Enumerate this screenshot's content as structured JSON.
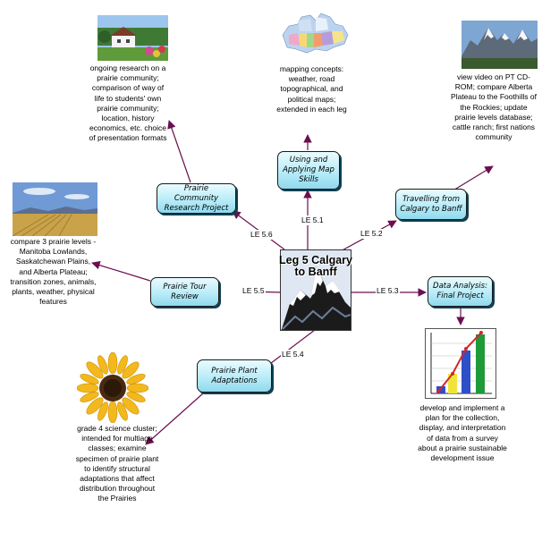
{
  "center": {
    "title": "Leg 5 Calgary to Banff"
  },
  "nodes": {
    "map": "Using and Applying Map Skills",
    "travel": "Travelling from Calgary to Banff",
    "data": "Data Analysis: Final Project",
    "plant": "Prairie Plant Adaptations",
    "tour": "Prairie Tour Review",
    "community": "Prairie Community Research Project"
  },
  "labels": {
    "le51": "LE 5.1",
    "le52": "LE 5.2",
    "le53": "LE 5.3",
    "le54": "LE 5.4",
    "le55": "LE 5.5",
    "le56": "LE 5.6"
  },
  "descriptions": {
    "map": "mapping concepts: weather, road topographical, and political maps; extended in each leg",
    "travel": "view video on PT CD-ROM; compare Alberta Plateau to the Foothills of the Rockies; update prairie levels database; cattle ranch; first nations community",
    "data": "develop and implement a plan for the collection, display, and interpretation of data from a survey about a prairie sustainable development issue",
    "plant": "grade 4 science cluster; intended for multiage classes; examine specimen of prairie plant to identify structural adaptations that affect distribution throughout the Prairies",
    "tour": "compare 3 prairie levels - Manitoba Lowlands, Saskatchewan Plains, and Alberta Plateau; transition zones, animals, plants, weather, physical features",
    "community": "ongoing research on a prairie community; comparison of way of life to students' own prairie community; location, history economics, etc. choice of presentation formats"
  },
  "colors": {
    "arrow": "#6b0f4f",
    "node_fill": "#b9ecf8",
    "node_border": "#1a1a1a"
  },
  "images": [
    "farmhouse-photo",
    "canada-map",
    "mountain-photo",
    "wheat-field-photo",
    "sunflower-photo",
    "bar-chart-graphic",
    "mountain-graphic"
  ]
}
